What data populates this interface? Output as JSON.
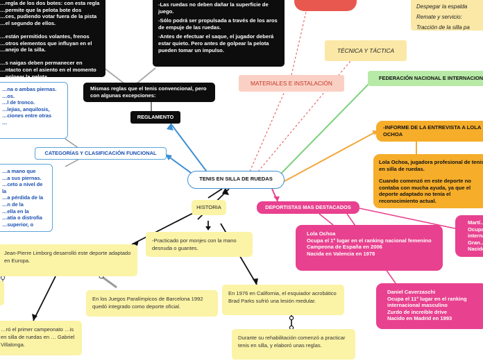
{
  "central": {
    "title": "TENIS EN SILLA DE RUEDAS"
  },
  "reglamento": {
    "title": "REGLAMENTO",
    "intro": "Mismas reglas que el tenis convencional, pero con algunas excepciones:",
    "rule_left": [
      "…regla de los dos botes: con esta regla",
      "…permite que la pelota bote dos",
      "…ces, pudiendo votar fuera de la pista",
      "…el segundo de ellos.",
      "",
      "…están permitidos volantes, frenos",
      "…otros elementos que influyan en el",
      "…anejo de la silla.",
      "",
      "…s naigas deben permanecer en",
      "…ntacto con el asiento en el momento",
      "…golpear la pelota."
    ],
    "rule_right": [
      "-Las ruedas no deben dañar la superficie de juego.",
      "-Sólo podrá ser propulsada a través de los aros de empuje de las ruedas.",
      "-Antes de efectuar el saque, el jugador deberá estar quieto. Pero antes de golpear la pelota pueden tomar un impulso."
    ]
  },
  "categorias": {
    "title": "CATEGORÍAS Y CLASIFICACIÓN FUNCIONAL",
    "box_top": [
      "…na o ambas piernas.",
      "…os.",
      "…l de tronco.",
      "…lejias, anquilosis,",
      "…ciones entre otras",
      "…"
    ],
    "box_bottom": [
      "…a mano que",
      "…a sus piernas.",
      "…ceto a nivel de la",
      "…a pérdida de la",
      "…n de la",
      "…ella en la",
      "…atía o distrofia",
      "…superior, o"
    ]
  },
  "historia": {
    "title": "HISTORIA",
    "items": [
      "-Practicado por monjes con la mano desnuda o guantes.",
      "Jean-Pierre Limborg desarrolló este deporte adaptado en Europa.",
      "En los Juegos Paralímpicos de Barcelona 1992 quedó integrado como deporte oficial.",
      "En 1976 en California, el esquiador acrobático Brad Parks sufrió una lesión medular.",
      "Durante su rehabilitación comenzó a practicar tenis en silla, y elaboró unas reglas.",
      "…ró el primer campeonato …is en silla de ruedas en … Gabriel Villalonga."
    ]
  },
  "materiales": {
    "title": "MATERIALES E INSTALACIÓN"
  },
  "tecnica": {
    "title": "TÉCNICA Y TÁCTICA",
    "items": [
      "Despegar la espalda",
      "Remate y servicio:",
      "Tracción de la silla pa"
    ]
  },
  "federacion": {
    "title": "FEDERACIÓN NACIONAL E INTERNACIONAL"
  },
  "deportistas": {
    "title": "DEPORTISTAS MAS DESTACADOS",
    "lola": [
      "Lola Ochoa",
      "Ocupa el 1º lugar en el ranking nacional femenino",
      "Campeona de España en 2006",
      "Nacida en Valencia en 1978"
    ],
    "daniel": [
      "Daniel Caverzaschi",
      "Ocupa el 11º lugar en el ranking internacional masculino",
      "Zurdo de increíble drive",
      "Nacido en Madrid en 1993"
    ],
    "martin": [
      "Martí…",
      "Ocupa…",
      "interna…",
      "Gran…",
      "Nacido…"
    ]
  },
  "informe": {
    "title": "-INFORME DE LA ENTREVISTA A LOLA OCHOA",
    "para1": "Lola Ochoa, jugadora profesional de tenis en silla de ruedas.",
    "para2": "Cuando comenzó en este deporte no contaba con mucha ayuda, ya que el deporte adaptado no tenía el reconocimiento actual."
  }
}
